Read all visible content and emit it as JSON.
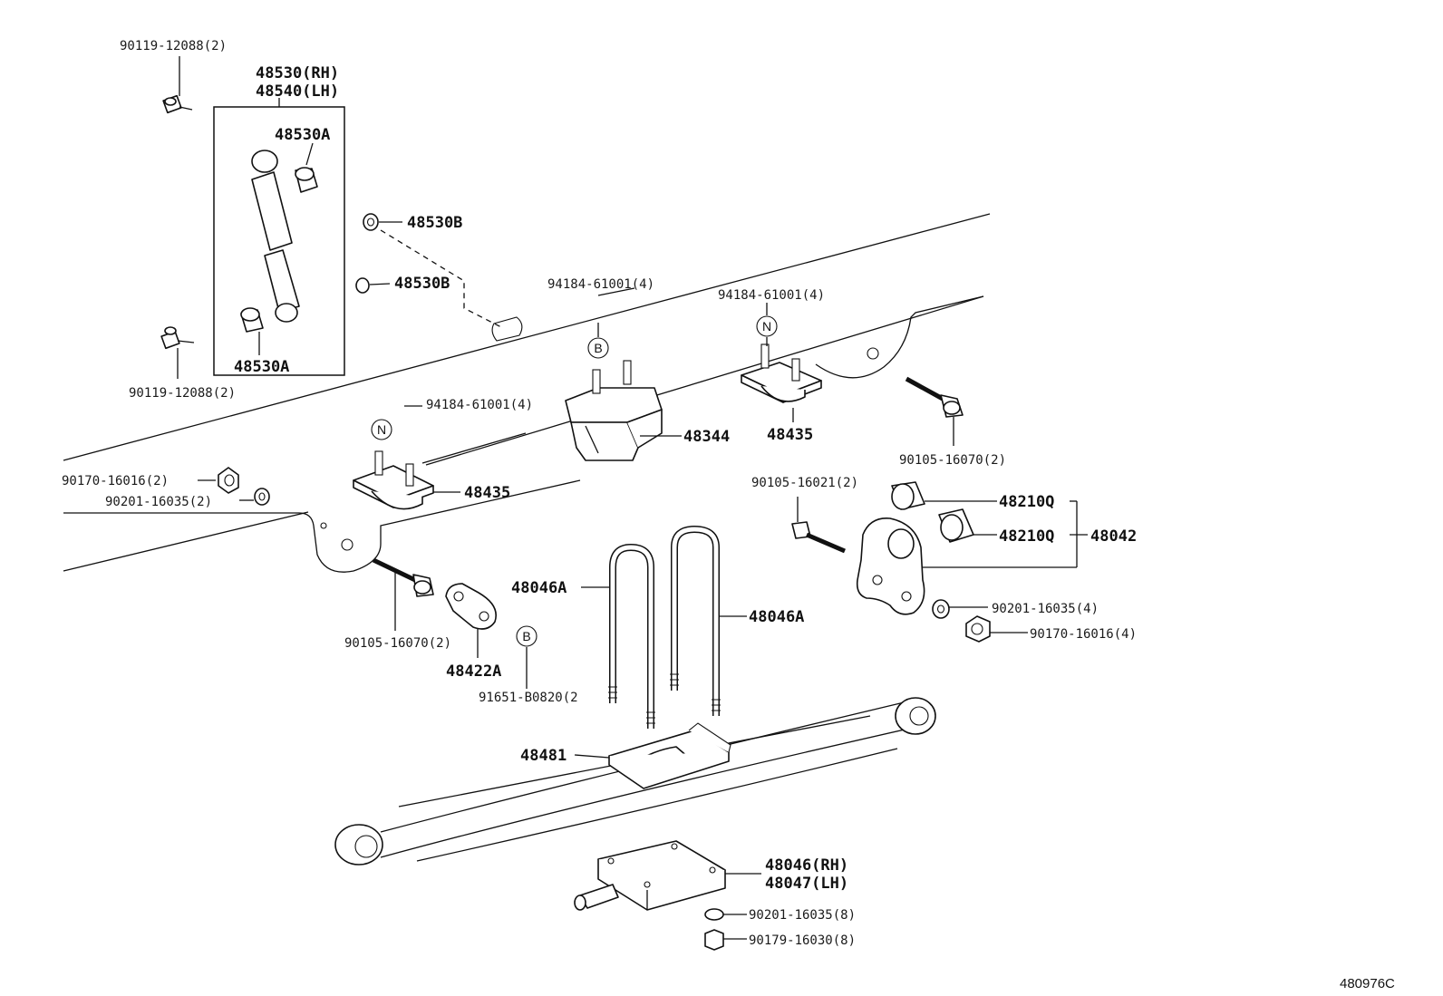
{
  "diagram_code": "480976C",
  "labels": {
    "bolt_top_left": "90119-12088(2)",
    "shock_rh": "48530(RH)",
    "shock_lh": "48540(LH)",
    "bushing_upper": "48530A",
    "bushing_lower": "48530A",
    "washer_a": "48530B",
    "washer_b": "48530B",
    "bolt_lower_left": "90119-12088(2)",
    "stud_b": "94184-61001(4)",
    "stud_n_right": "94184-61001(4)",
    "stud_n_left": "94184-61001(4)",
    "bumper": "48344",
    "seat_right": "48435",
    "seat_left": "48435",
    "bolt_right": "90105-16070(2)",
    "nut_left": "90170-16016(2)",
    "washer_left": "90201-16035(2)",
    "bolt_shackle": "90105-16021(2)",
    "bushing_q1": "48210Q",
    "bushing_q2": "48210Q",
    "shackle": "48042",
    "ubolt_left": "48046A",
    "ubolt_right": "48046A",
    "bolt_center": "90105-16070(2)",
    "bracket": "48422A",
    "stud_b_lower": "91651-B0820(2",
    "washer_shackle": "90201-16035(4)",
    "nut_shackle": "90170-16016(4)",
    "spring_seat": "48481",
    "plate_rh": "48046(RH)",
    "plate_lh": "48047(LH)",
    "washer_plate": "90201-16035(8)",
    "nut_plate": "90179-16030(8)"
  },
  "markers": {
    "b_upper": "B",
    "n_right": "N",
    "n_left": "N",
    "b_lower": "B"
  }
}
